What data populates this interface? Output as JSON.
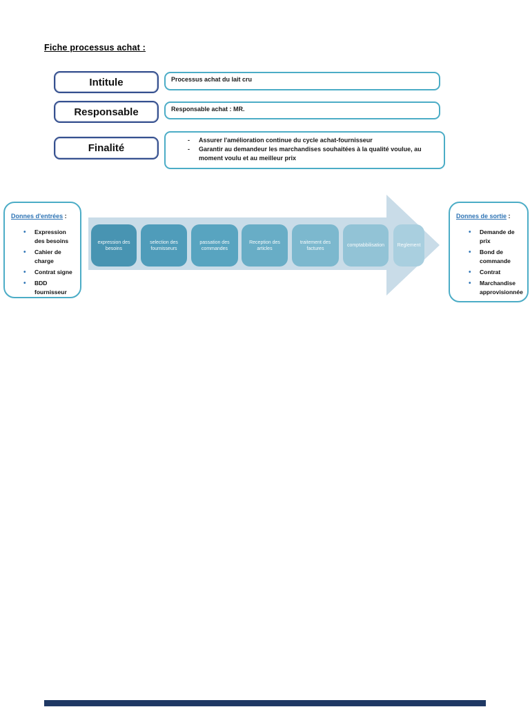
{
  "page": {
    "title": "Fiche processus achat :"
  },
  "fields": [
    {
      "label": "Intitule",
      "value": "Processus achat du lait cru"
    },
    {
      "label": "Responsable",
      "value": "Responsable achat : MR."
    },
    {
      "label": "Finalité",
      "bullets": [
        "Assurer l'amélioration continue du cycle achat-fournisseur",
        "Garantir au demandeur les marchandises souhaitées à la qualité voulue, au moment voulu et au meilleur prix"
      ]
    }
  ],
  "inputs_panel": {
    "title": "Donnes d'entrées",
    "suffix": " :",
    "items": [
      "Expression des besoins",
      "Cahier de charge",
      "Contrat signe",
      "BDD fournisseur"
    ]
  },
  "outputs_panel": {
    "title": "Donnes de sortie",
    "suffix": " :",
    "items": [
      "Demande de prix",
      "Bond de commande",
      "Contrat",
      "Marchandise approvisionnée"
    ]
  },
  "process_flow": {
    "steps": [
      {
        "label": "expression des besoins",
        "color": "#4894b2"
      },
      {
        "label": "selection des fournisseurs",
        "color": "#4f9cba"
      },
      {
        "label": "passation des commandes",
        "color": "#58a4c0"
      },
      {
        "label": "Reception des articles",
        "color": "#68adc6"
      },
      {
        "label": "traitement des factures",
        "color": "#7cb8ce"
      },
      {
        "label": "comptabbilisation",
        "color": "#92c3d6"
      },
      {
        "label": "Reglement",
        "color": "#a9cfdf"
      }
    ]
  },
  "colors": {
    "accent_teal": "#4bacc6",
    "label_box_border": "#35508f",
    "arrow_fill": "#c9dce8",
    "panel_title_blue": "#2e74b5",
    "footer_bar": "#1f3864"
  }
}
